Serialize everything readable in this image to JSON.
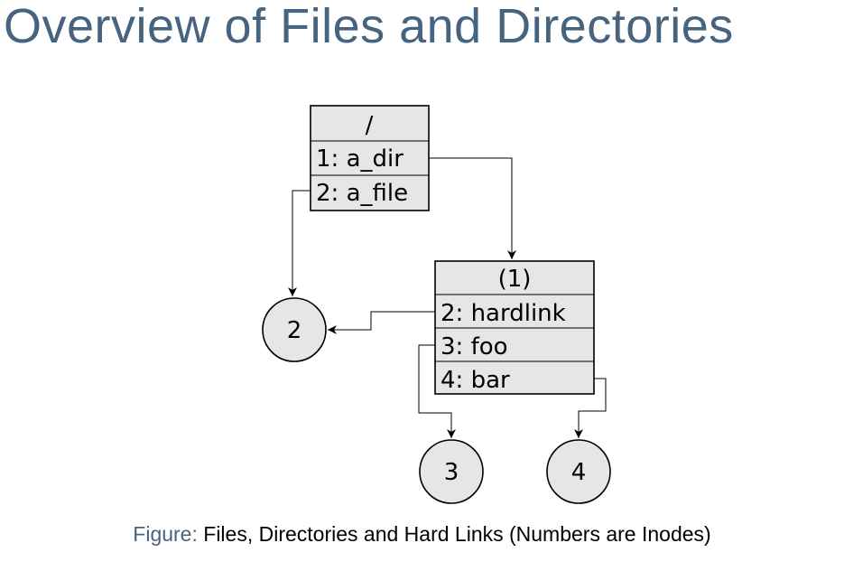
{
  "slide": {
    "title": "Overview of Files and Directories"
  },
  "diagram": {
    "root_dir": {
      "header": "/",
      "entries": [
        "1: a_dir",
        "2: a_file"
      ]
    },
    "sub_dir": {
      "header": "(1)",
      "entries": [
        "2: hardlink",
        "3: foo",
        "4: bar"
      ]
    },
    "inodes": [
      "2",
      "3",
      "4"
    ]
  },
  "caption": {
    "label": "Figure:",
    "text": "Files, Directories and Hard Links (Numbers are Inodes)"
  },
  "colors": {
    "title": "#466480",
    "box_fill": "#e6e6e6",
    "stroke": "#000000"
  }
}
